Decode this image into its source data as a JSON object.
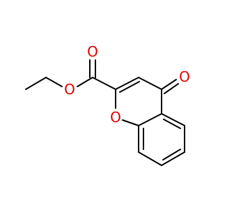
{
  "molecule": {
    "atoms": {
      "carbonyl_oxygen_ester": {
        "label": "O",
        "color": "#e00000"
      },
      "ether_oxygen_ester": {
        "label": "O",
        "color": "#e00000"
      },
      "ketone_oxygen": {
        "label": "O",
        "color": "#e00000"
      },
      "ring_oxygen": {
        "label": "O",
        "color": "#e00000"
      }
    },
    "bond_color": "#000000"
  }
}
